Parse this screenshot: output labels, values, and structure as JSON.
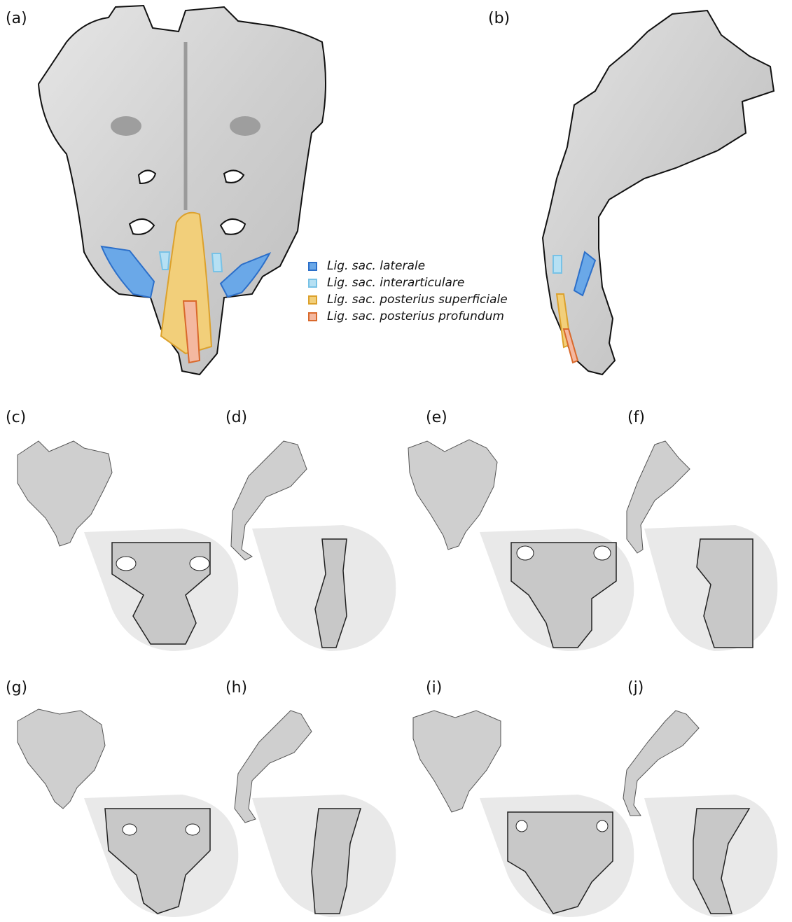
{
  "panel_labels": [
    "(a)",
    "(b)",
    "(c)",
    "(d)",
    "(e)",
    "(f)",
    "(g)",
    "(h)",
    "(i)",
    "(j)"
  ],
  "legend": [
    {
      "label": "Lig. sac. laterale",
      "fill": "#6aa8e8",
      "border": "#2c6fc9"
    },
    {
      "label": "Lig. sac. interarticulare",
      "fill": "#b6e0f3",
      "border": "#78c2e6"
    },
    {
      "label": "Lig. sac. posterius superficiale",
      "fill": "#f2cf7a",
      "border": "#dca12c"
    },
    {
      "label": "Lig. sac. posterius profundum",
      "fill": "#f4b8a0",
      "border": "#d9692c"
    }
  ],
  "colors": {
    "bone": "#d6d6d6",
    "bone_outline": "#111111",
    "zoom_background": "#e9e9e9"
  }
}
